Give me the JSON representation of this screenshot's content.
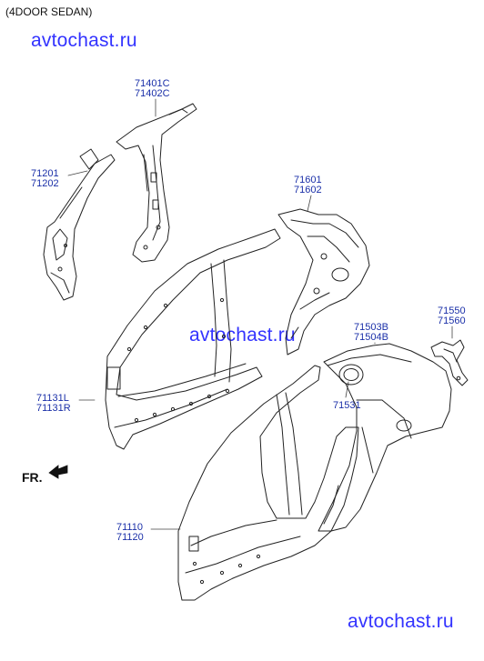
{
  "header": {
    "title": "(4DOOR SEDAN)"
  },
  "watermarks": [
    "avtochast.ru",
    "avtochast.ru",
    "avtochast.ru"
  ],
  "direction": {
    "label": "FR."
  },
  "parts": [
    {
      "codes": [
        "71401C",
        "71402C"
      ]
    },
    {
      "codes": [
        "71201",
        "71202"
      ]
    },
    {
      "codes": [
        "71601",
        "71602"
      ]
    },
    {
      "codes": [
        "71550",
        "71560"
      ]
    },
    {
      "codes": [
        "71503B",
        "71504B"
      ]
    },
    {
      "codes": [
        "71131L",
        "71131R"
      ]
    },
    {
      "codes": [
        "71531"
      ]
    },
    {
      "codes": [
        "71110",
        "71120"
      ]
    }
  ],
  "colors": {
    "label": "#1a2fa8",
    "watermark": "#3333ff",
    "line": "#222222"
  }
}
